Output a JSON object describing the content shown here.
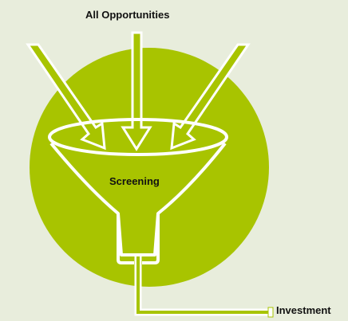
{
  "diagram": {
    "top_label": "All Opportunities",
    "funnel_label": "Screening",
    "output_label": "Investment"
  },
  "colors": {
    "background": "#e8eddc",
    "circle": "#a8c400",
    "outline": "#ffffff",
    "text": "#111111"
  },
  "icons": [
    "arrow-down-left-icon",
    "arrow-down-icon",
    "arrow-down-right-icon",
    "funnel-icon"
  ]
}
